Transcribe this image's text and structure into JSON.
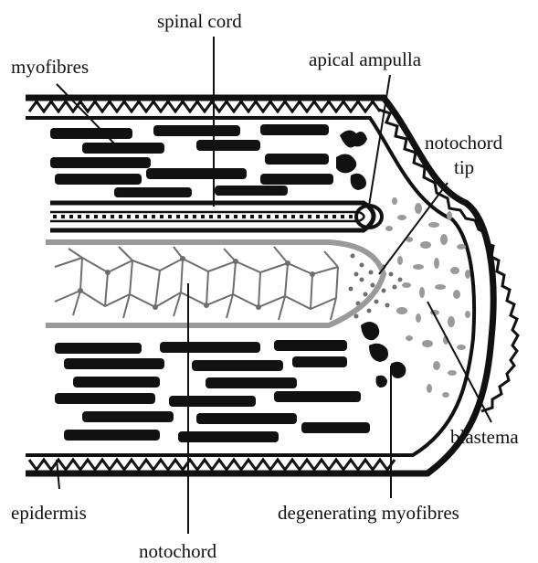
{
  "labels": {
    "spinal_cord": "spinal cord",
    "myofibres": "myofibres",
    "apical_ampulla": "apical ampulla",
    "notochord_tip_line1": "notochord",
    "notochord_tip_line2": "tip",
    "blastema": "blastema",
    "epidermis": "epidermis",
    "degenerating_myofibres": "degenerating myofibres",
    "notochord": "notochord"
  },
  "colors": {
    "ink": "#111111",
    "light_grey": "#9a9a9a",
    "mid_grey": "#6e6e6e"
  }
}
